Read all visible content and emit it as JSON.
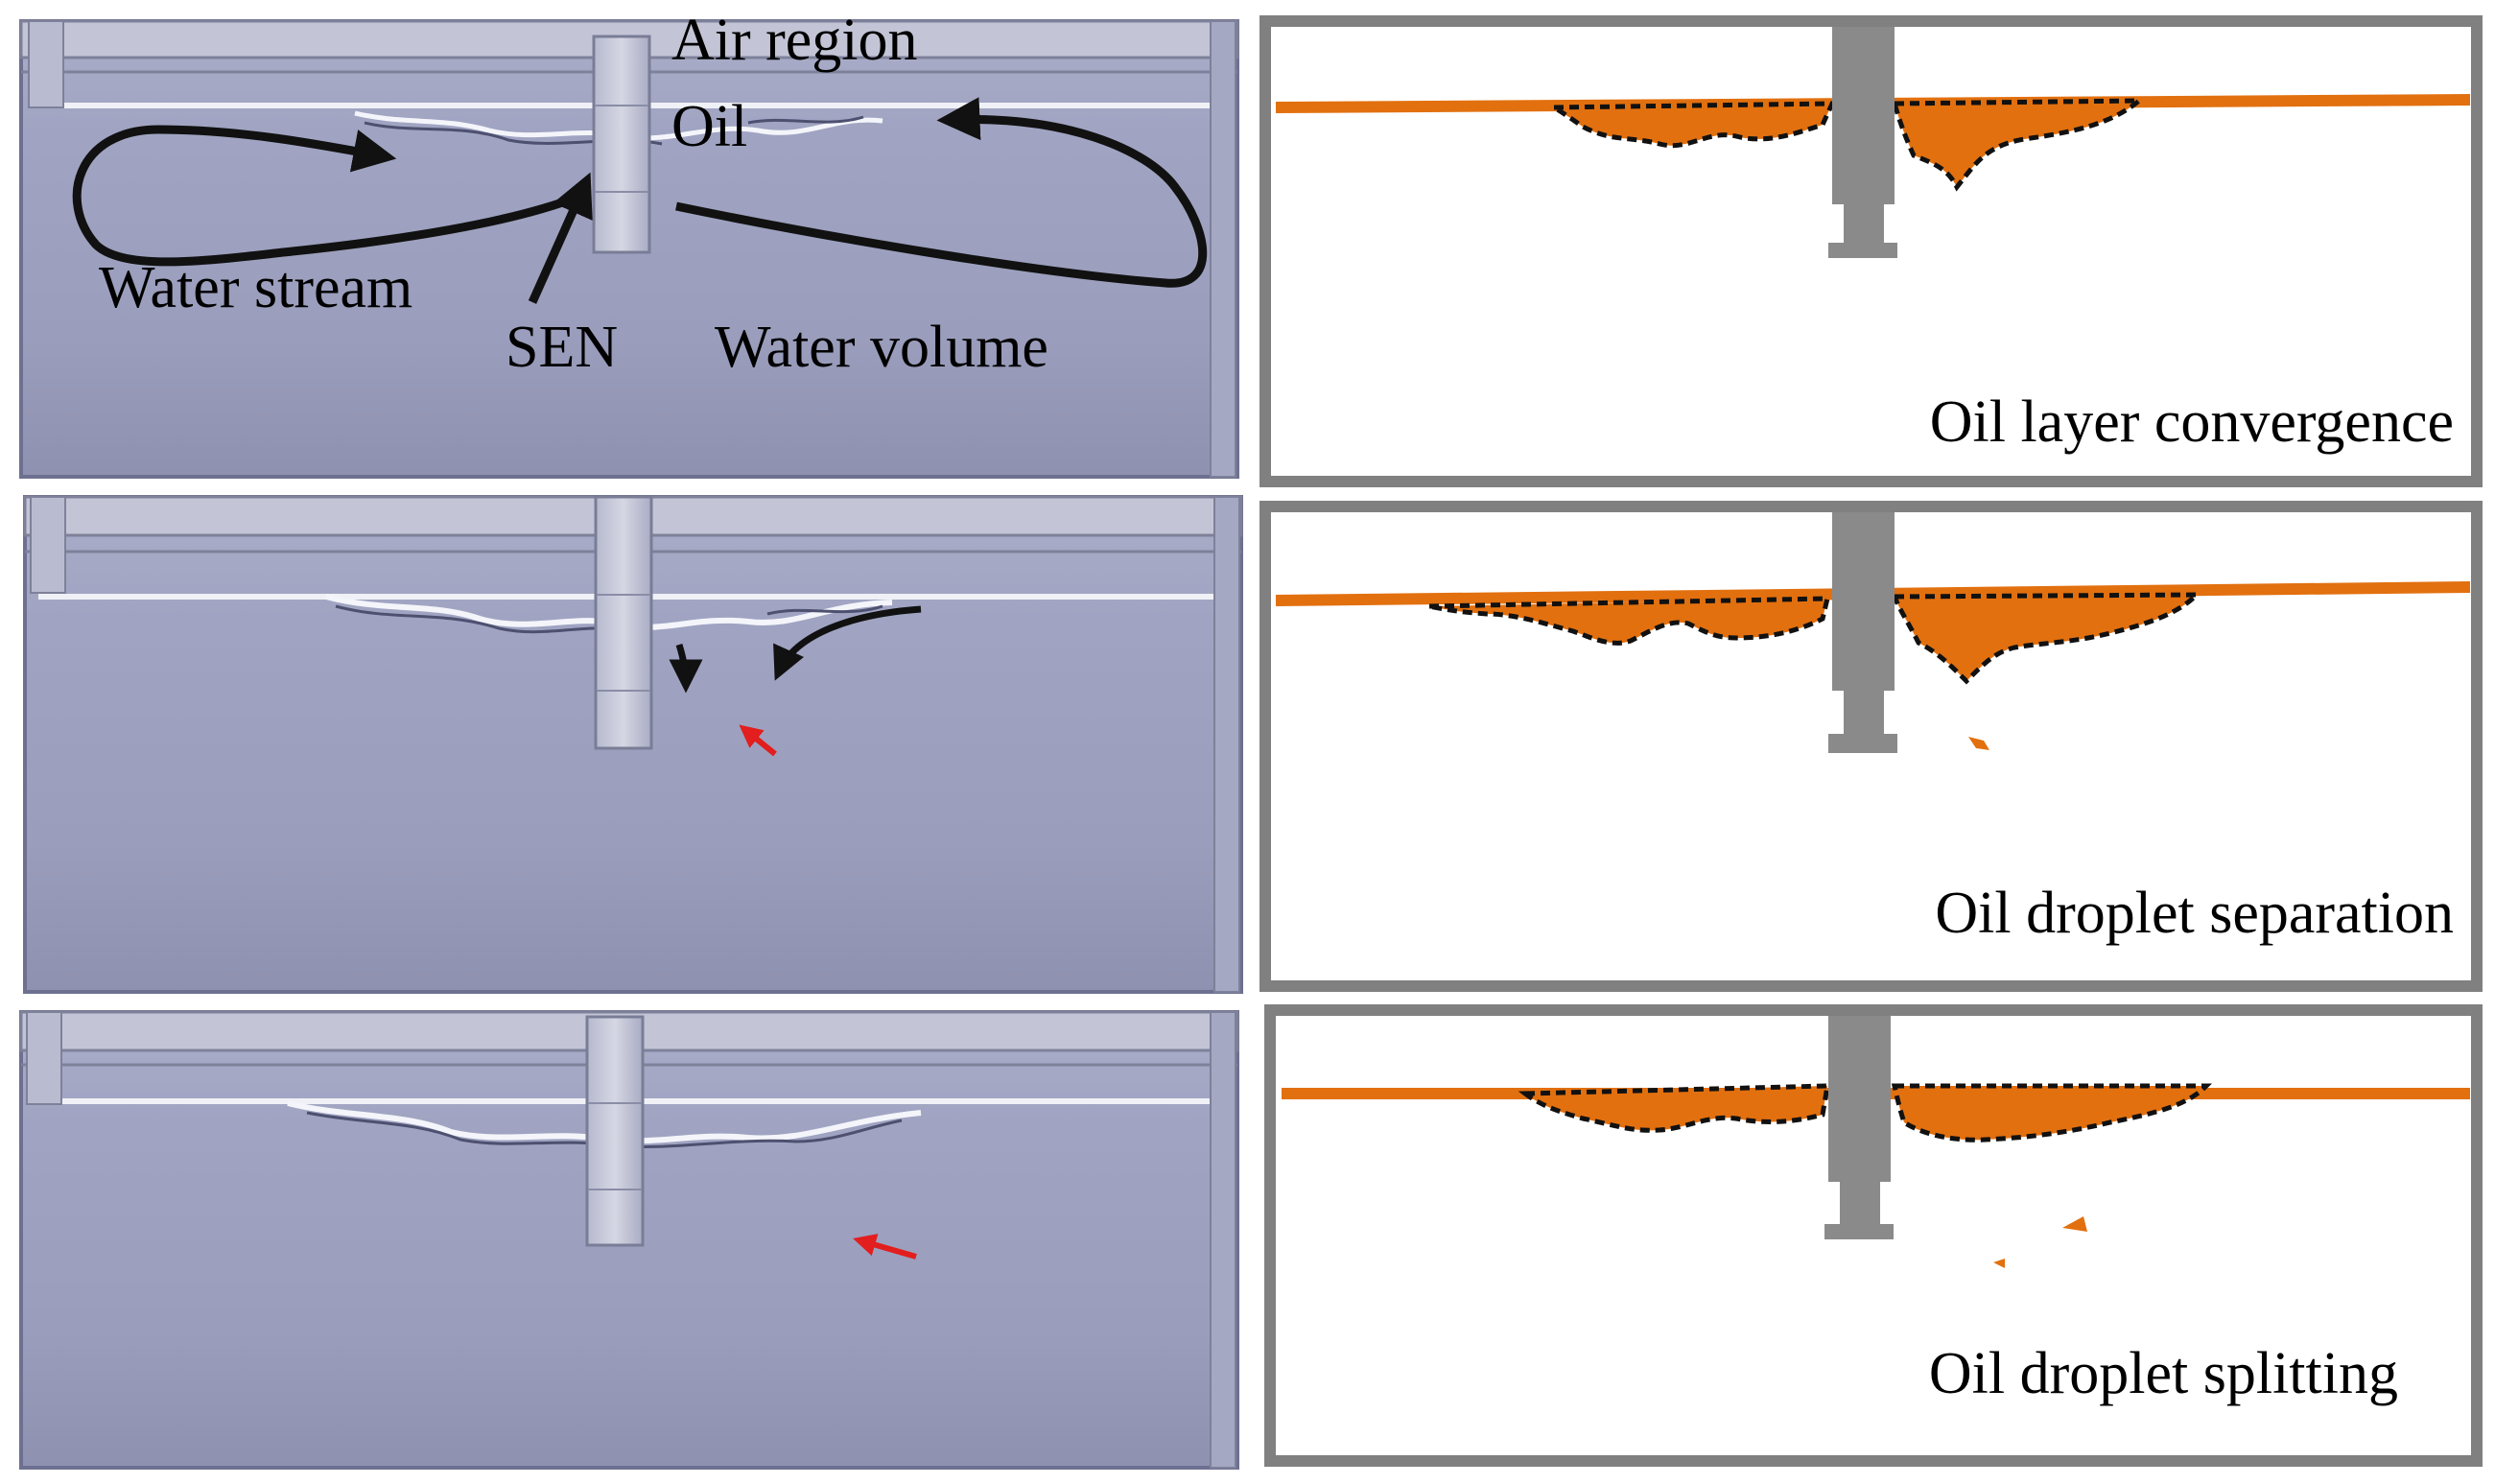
{
  "photo_panels": [
    {
      "labels": {
        "air_region": "Air region",
        "oil": "Oil",
        "water_stream": "Water stream",
        "sen": "SEN",
        "water_volume": "Water volume"
      }
    },
    {
      "labels": {}
    },
    {
      "labels": {}
    }
  ],
  "schematic_panels": [
    {
      "caption": "Oil layer convergence"
    },
    {
      "caption": "Oil droplet separation"
    },
    {
      "caption": "Oil droplet splitting"
    }
  ],
  "colors": {
    "photo_background": "#9c9fbd",
    "oil_orange": "#e2700f",
    "nozzle_gray": "#8a8a8a",
    "frame_gray": "#808080",
    "black_arrow": "#111111",
    "red_arrow": "#e21e1e"
  }
}
